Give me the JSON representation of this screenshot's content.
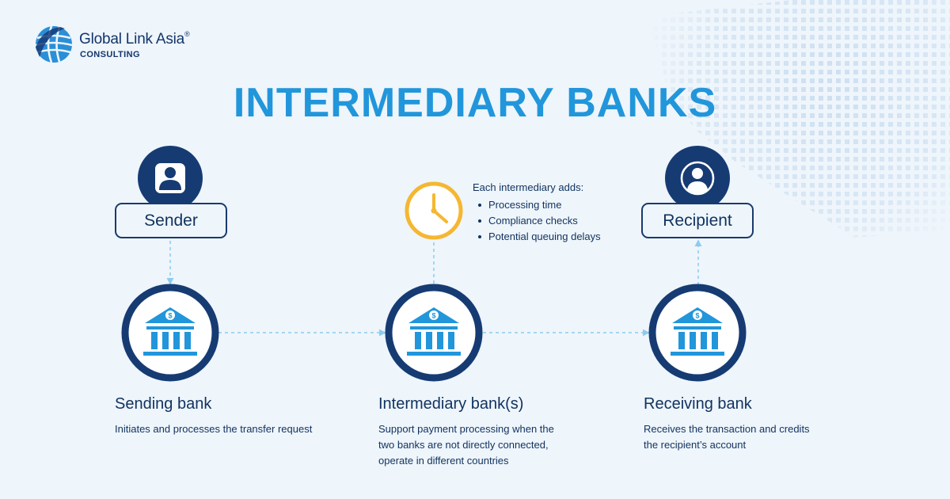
{
  "brand": {
    "name": "Global Link Asia",
    "registered": "®",
    "subtitle": "CONSULTING"
  },
  "title": "INTERMEDIARY BANKS",
  "nodes": {
    "sender": {
      "label": "Sender",
      "icon": "person-icon"
    },
    "recipient": {
      "label": "Recipient",
      "icon": "user-circle-icon"
    }
  },
  "note": {
    "icon": "clock-icon",
    "title": "Each intermediary adds:",
    "items": [
      "Processing time",
      "Compliance checks",
      "Potential queuing delays"
    ]
  },
  "banks": [
    {
      "title": "Sending bank",
      "lines": [
        "Initiates and processes the transfer request"
      ],
      "icon": "bank-icon"
    },
    {
      "title": "Intermediary bank(s)",
      "lines": [
        "Support payment processing when the",
        "two banks are not directly connected,",
        "operate in different countries"
      ],
      "icon": "bank-icon"
    },
    {
      "title": "Receiving bank",
      "lines": [
        "Receives the transaction and credits",
        "the recipient’s account"
      ],
      "icon": "bank-icon"
    }
  ],
  "colors": {
    "accent": "#2196db",
    "navy": "#1a3a6c",
    "clock": "#f5b731",
    "connector": "#8ccbef",
    "background": "#eef5fb"
  }
}
